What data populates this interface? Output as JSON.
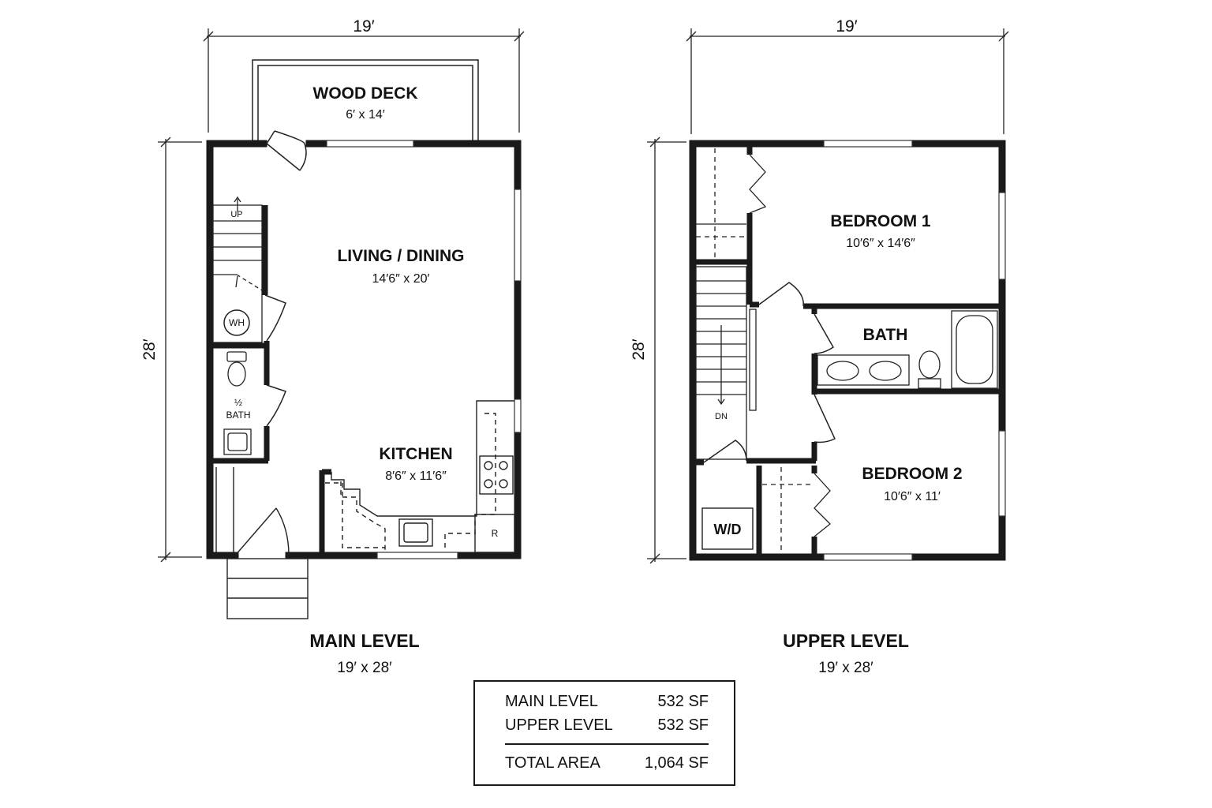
{
  "main_level": {
    "width_label": "19′",
    "depth_label": "28′",
    "title": "MAIN LEVEL",
    "size": "19′ x 28′",
    "rooms": {
      "deck": {
        "name": "WOOD DECK",
        "size": "6′ x 14′"
      },
      "living": {
        "name": "LIVING / DINING",
        "size": "14′6″ x 20′"
      },
      "kitchen": {
        "name": "KITCHEN",
        "size": "8′6″ x 11′6″"
      },
      "half_bath": {
        "fraction": "½",
        "name": "BATH"
      }
    },
    "fixtures": {
      "stair_up": "UP",
      "water_heater": "WH",
      "refrigerator": "R"
    }
  },
  "upper_level": {
    "width_label": "19′",
    "depth_label": "28′",
    "title": "UPPER LEVEL",
    "size": "19′ x 28′",
    "rooms": {
      "bedroom1": {
        "name": "BEDROOM 1",
        "size": "10′6″ x 14′6″"
      },
      "bedroom2": {
        "name": "BEDROOM 2",
        "size": "10′6″ x 11′"
      },
      "bath": {
        "name": "BATH"
      }
    },
    "fixtures": {
      "stair_down": "DN",
      "washer_dryer": "W/D"
    }
  },
  "area_table": {
    "rows": [
      {
        "label": "MAIN LEVEL",
        "value": "532 SF"
      },
      {
        "label": "UPPER LEVEL",
        "value": "532 SF"
      }
    ],
    "total": {
      "label": "TOTAL AREA",
      "value": "1,064 SF"
    }
  },
  "colors": {
    "wall": "#1a1a1a",
    "background": "#ffffff"
  }
}
